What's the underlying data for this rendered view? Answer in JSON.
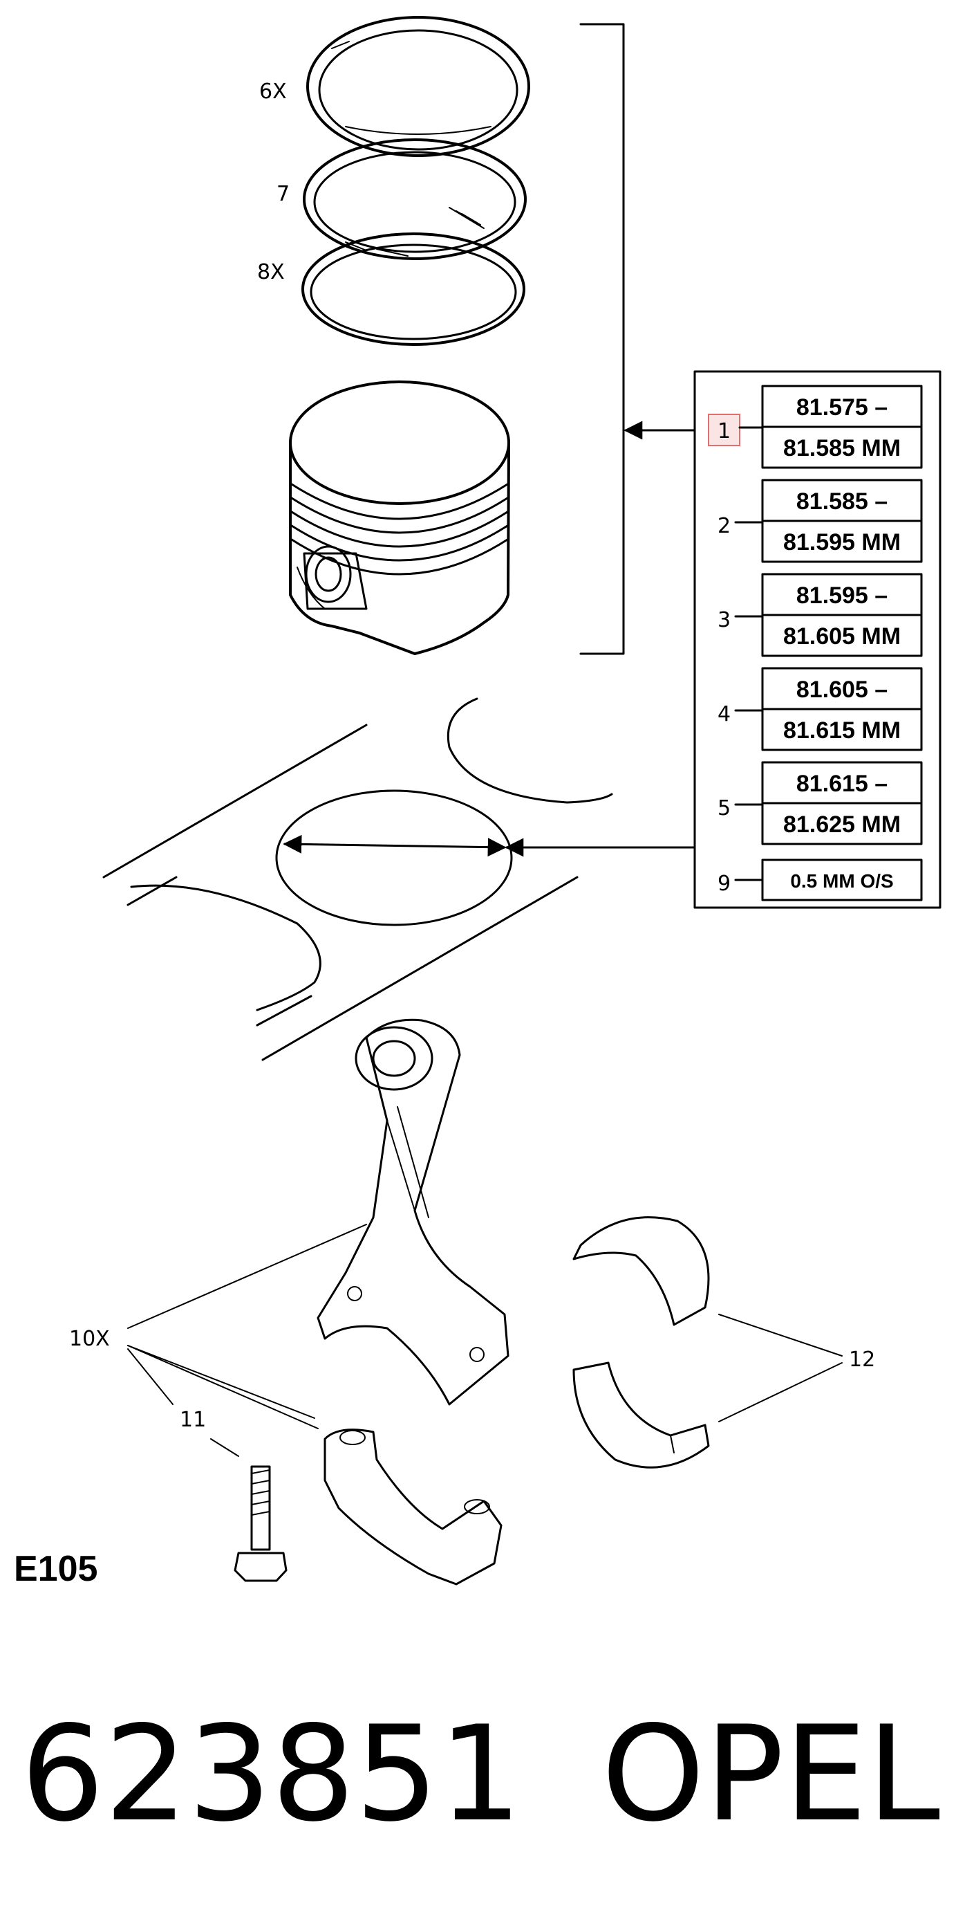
{
  "callouts": {
    "ring_6": "6X",
    "ring_7": "7",
    "ring_8": "8X",
    "bolt_10": "10X",
    "screw_11": "11",
    "bearing_12": "12"
  },
  "size_table": {
    "rows": [
      {
        "number": "1",
        "line1": "81.575 –",
        "line2": "81.585 MM",
        "highlighted": true
      },
      {
        "number": "2",
        "line1": "81.585 –",
        "line2": "81.595 MM",
        "highlighted": false
      },
      {
        "number": "3",
        "line1": "81.595 –",
        "line2": "81.605 MM",
        "highlighted": false
      },
      {
        "number": "4",
        "line1": "81.605 –",
        "line2": "81.615 MM",
        "highlighted": false
      },
      {
        "number": "5",
        "line1": "81.615 –",
        "line2": "81.625 MM",
        "highlighted": false
      }
    ],
    "oversize": {
      "number": "9",
      "label": "0.5 MM O/S"
    }
  },
  "diagram_code": "E105",
  "footer": {
    "part_number": "623851",
    "brand": "OPEL"
  },
  "colors": {
    "line": "#000000",
    "highlight_fill": "#fbe4e4",
    "highlight_stroke": "#e07070"
  }
}
